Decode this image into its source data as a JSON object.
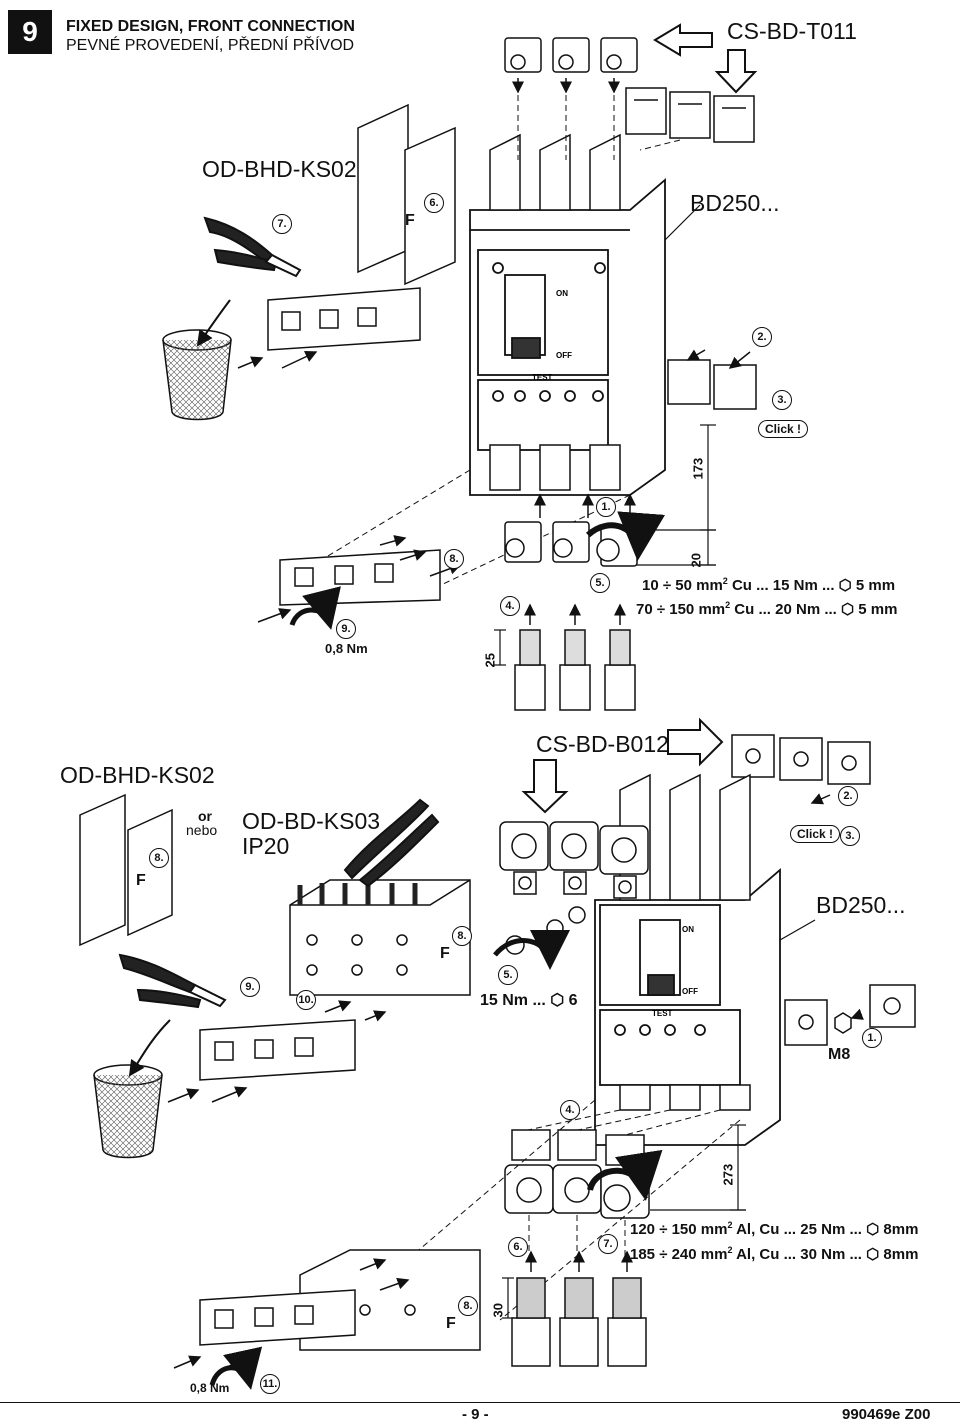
{
  "header": {
    "badge": "9",
    "title_en": "FIXED DESIGN, FRONT CONNECTION",
    "title_cz": "PEVNÉ PROVEDENÍ, PŘEDNÍ PŘÍVOD"
  },
  "top": {
    "cs_bd": "CS-BD-T011",
    "od_bhd": "OD-BHD-KS02",
    "bd": "BD250...",
    "steps": [
      "1.",
      "2.",
      "3.",
      "4.",
      "5.",
      "6.",
      "7.",
      "8.",
      "9."
    ],
    "click": "Click !",
    "F": "F",
    "torque_small": "0,8 Nm",
    "dim_173": "173",
    "dim_20": "20",
    "dim_25": "25",
    "spec1_range": "10 ÷ 50 mm",
    "spec1_rest": " Cu ...  15 Nm ...  ⬡ 5 mm",
    "spec2_range": "70 ÷ 150 mm",
    "spec2_rest": " Cu ...  20 Nm ...  ⬡ 5 mm",
    "sup": "2"
  },
  "bottom": {
    "cs_bd": "CS-BD-B012",
    "od_bhd": "OD-BHD-KS02",
    "or": "or",
    "nebo": "nebo",
    "od_bd": "OD-BD-KS03",
    "ip": "IP20",
    "bd": "BD250...",
    "steps": [
      "1.",
      "2.",
      "3.",
      "4.",
      "5.",
      "6.",
      "7.",
      "8.",
      "9.",
      "10.",
      "11."
    ],
    "click": "Click !",
    "F": "F",
    "torque_hex": "15 Nm ... ⬡ 6",
    "m8": "M8",
    "dim_273": "273",
    "dim_30": "30",
    "torque_small": "0,8 Nm",
    "spec1_range": "120 ÷ 150 mm",
    "spec1_rest": " Al, Cu ... 25 Nm ...  ⬡ 8mm",
    "spec2_range": "185 ÷ 240 mm",
    "spec2_rest": " Al, Cu ... 30 Nm ...  ⬡ 8mm",
    "sup": "2"
  },
  "footer": {
    "page": "- 9 -",
    "code": "990469e Z00"
  }
}
